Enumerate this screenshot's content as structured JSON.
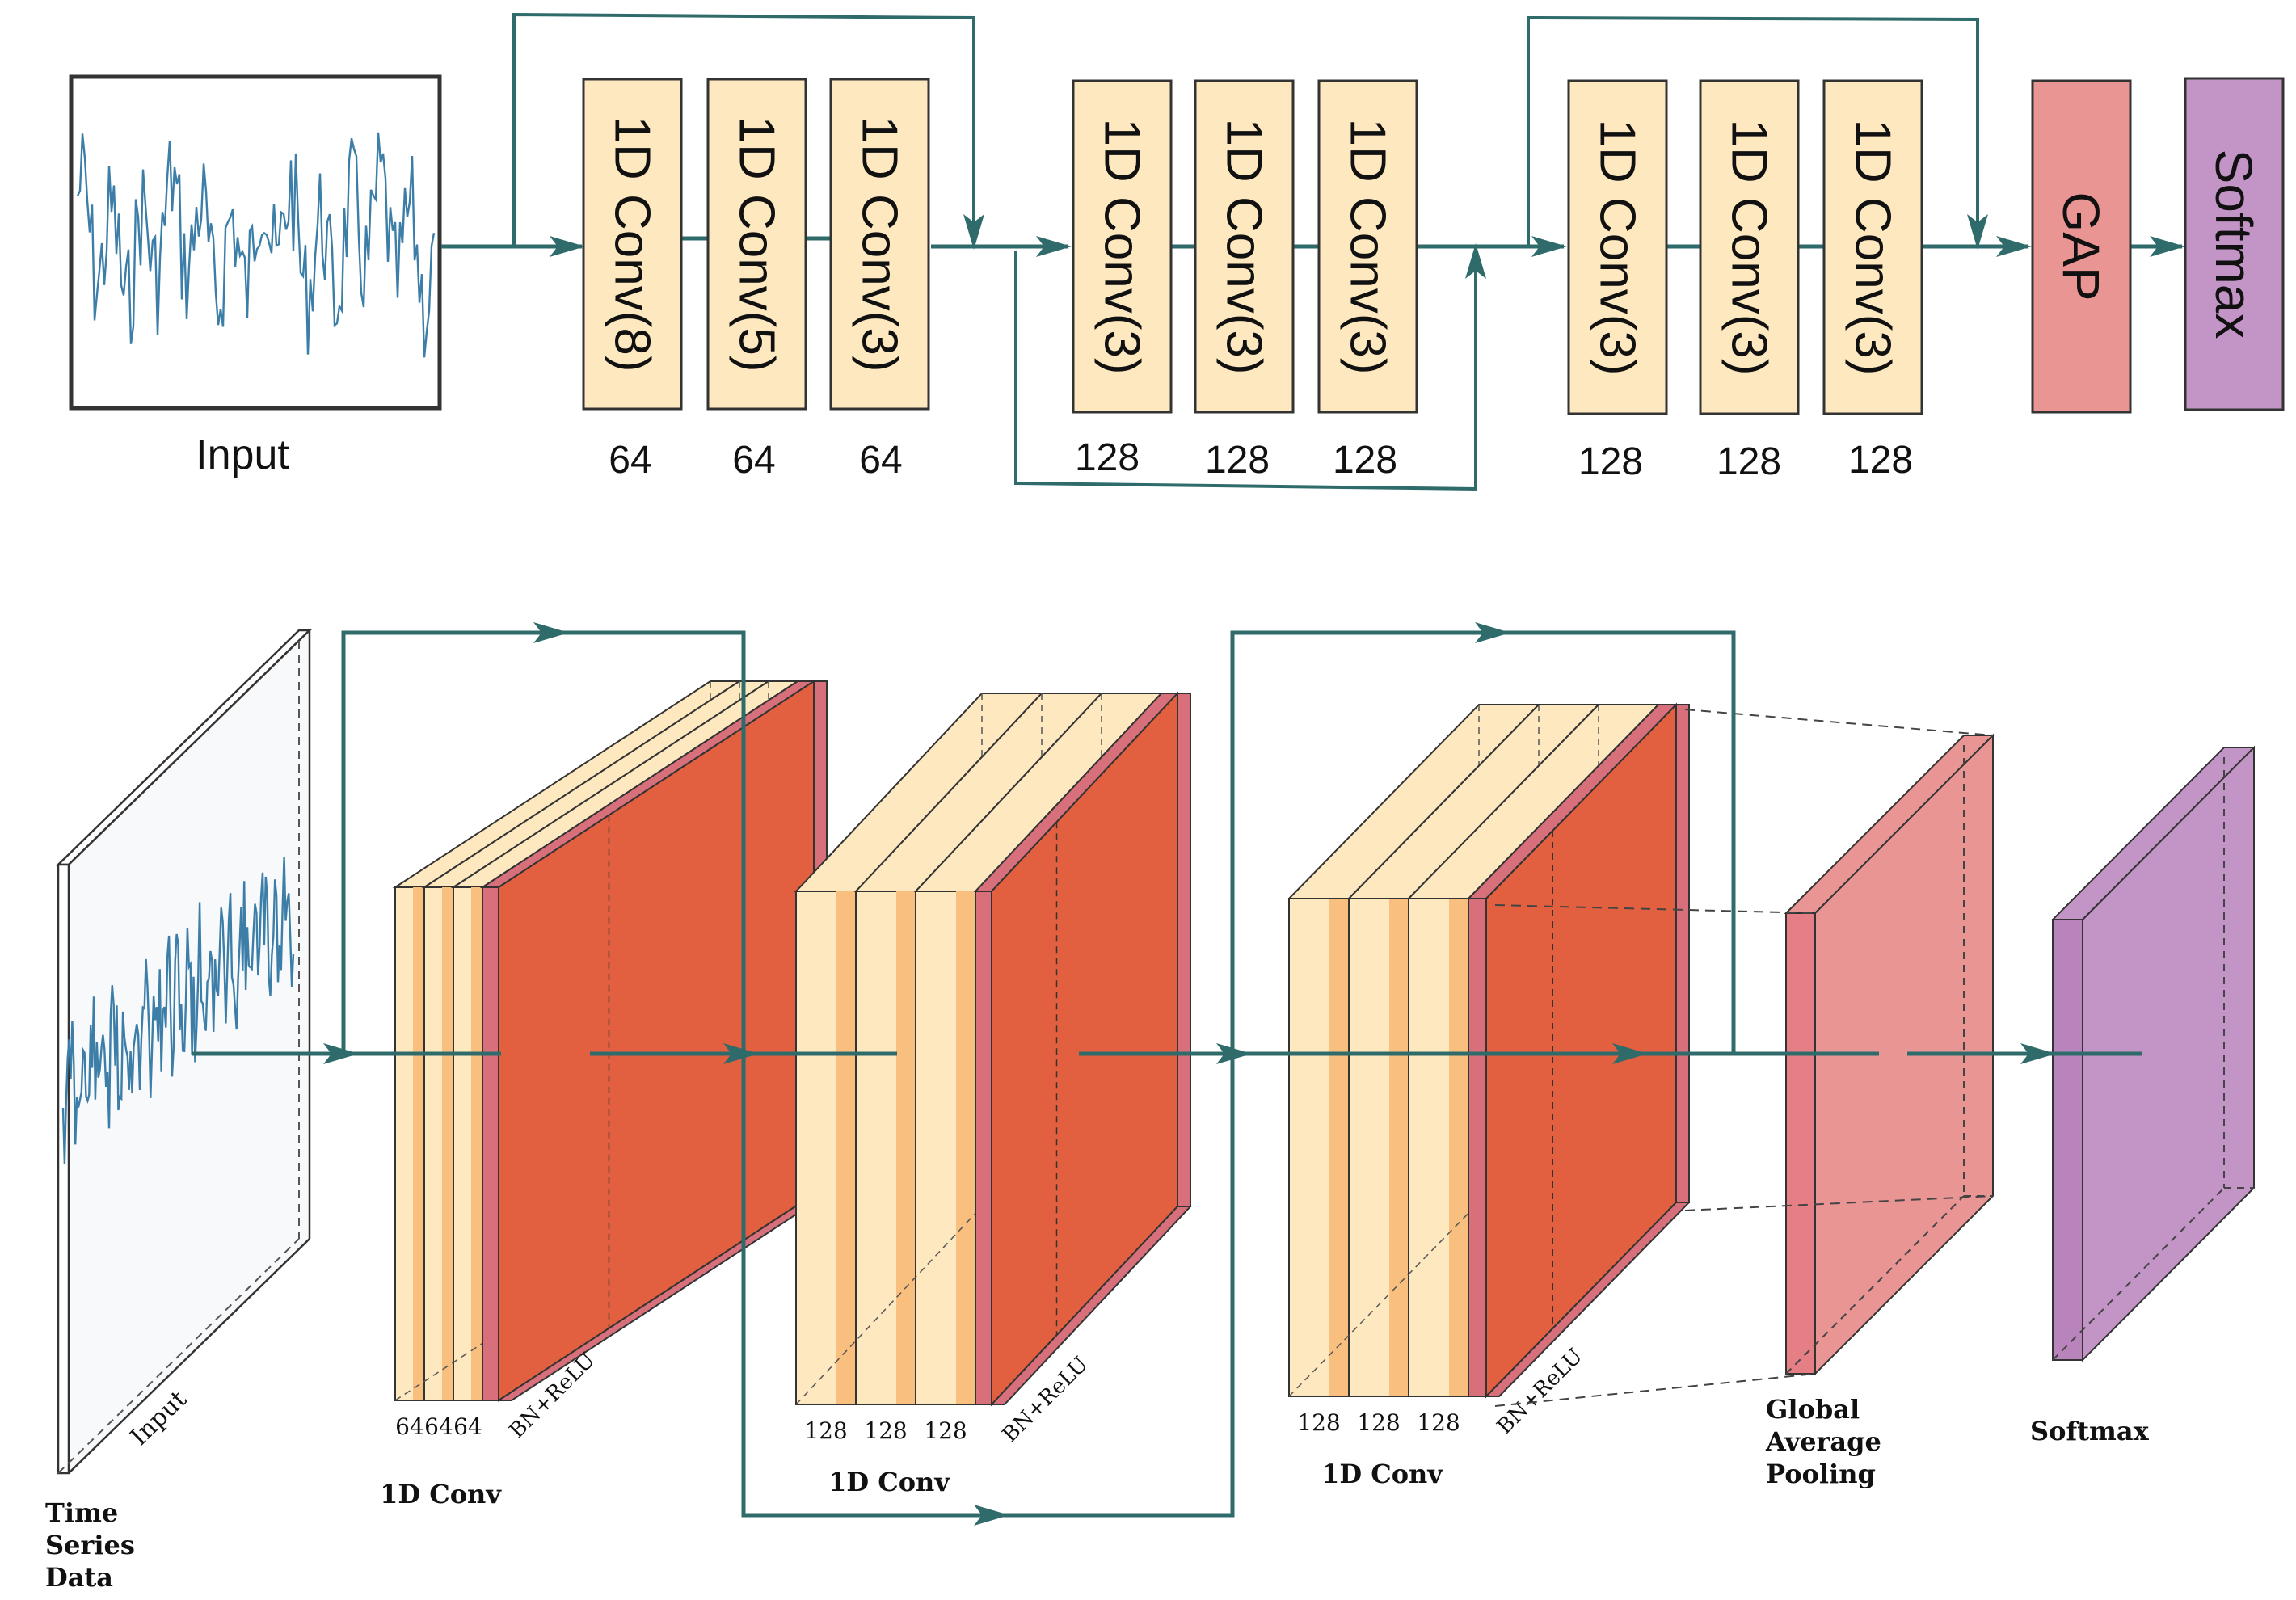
{
  "colors": {
    "arrow": "#2f6b6b",
    "conv_fill": "#fde8bf",
    "conv_band": "#f8bf7e",
    "bn_relu": "#e2603f",
    "bn_relu_edge": "#d7707a",
    "gap": "#e89594",
    "softmax": "#c295c6",
    "signal": "#3c7ea8",
    "box_border": "#333333"
  },
  "top": {
    "input_label": "Input",
    "block1": [
      {
        "label": "1D Conv(8)",
        "filters": "64"
      },
      {
        "label": "1D Conv(5)",
        "filters": "64"
      },
      {
        "label": "1D Conv(3)",
        "filters": "64"
      }
    ],
    "block2": [
      {
        "label": "1D Conv(3)",
        "filters": "128"
      },
      {
        "label": "1D Conv(3)",
        "filters": "128"
      },
      {
        "label": "1D Conv(3)",
        "filters": "128"
      }
    ],
    "block3": [
      {
        "label": "1D Conv(3)",
        "filters": "128"
      },
      {
        "label": "1D Conv(3)",
        "filters": "128"
      },
      {
        "label": "1D Conv(3)",
        "filters": "128"
      }
    ],
    "gap_label": "GAP",
    "softmax_label": "Softmax"
  },
  "bottom": {
    "input_plane_label": "Input",
    "data_label": [
      "Time",
      "Series",
      "Data"
    ],
    "block1": {
      "filters": [
        "64",
        "64",
        "64"
      ],
      "bn_label": "BN+ReLU",
      "name": "1D Conv"
    },
    "block2": {
      "filters": [
        "128",
        "128",
        "128"
      ],
      "bn_label": "BN+ReLU",
      "name": "1D Conv"
    },
    "block3": {
      "filters": [
        "128",
        "128",
        "128"
      ],
      "bn_label": "BN+ReLU",
      "name": "1D Conv"
    },
    "gap_label": [
      "Global",
      "Average",
      "Pooling"
    ],
    "softmax_label": "Softmax"
  }
}
